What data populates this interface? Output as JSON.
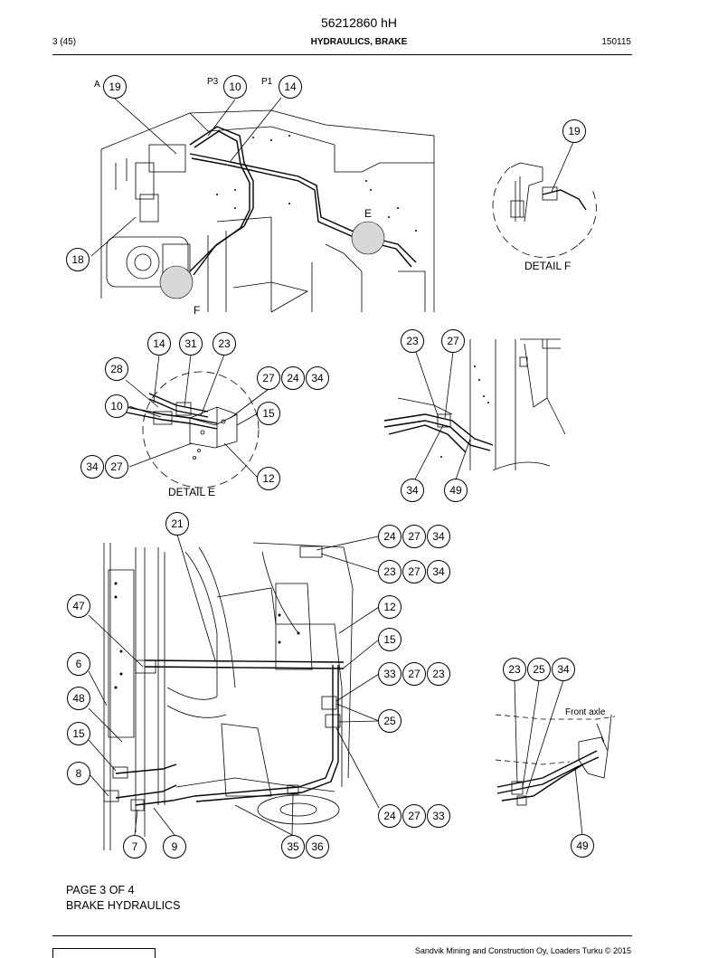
{
  "header": {
    "doc_number": "56212860 hH",
    "page_ref": "3 (45)",
    "section": "HYDRAULICS, BRAKE",
    "date_code": "150115"
  },
  "drawing": {
    "top": {
      "port_labels": [
        "A",
        "P3",
        "P1",
        "E",
        "F"
      ],
      "callouts": [
        "19",
        "10",
        "14",
        "18"
      ]
    },
    "detail_f": {
      "title": "DETAIL F",
      "callouts": [
        "19"
      ]
    },
    "detail_e": {
      "title": "DETAIL E",
      "callouts": [
        "14",
        "31",
        "23",
        "28",
        "27",
        "24",
        "34",
        "10",
        "15",
        "34",
        "27",
        "12"
      ]
    },
    "side_view": {
      "callouts": [
        "23",
        "27",
        "34",
        "49"
      ]
    },
    "bottom": {
      "callouts": [
        "21",
        "24",
        "27",
        "34",
        "23",
        "27",
        "34",
        "47",
        "12",
        "15",
        "6",
        "33",
        "27",
        "23",
        "48",
        "25",
        "15",
        "8",
        "24",
        "27",
        "33",
        "7",
        "9",
        "35",
        "36"
      ]
    },
    "front_axle": {
      "label": "Front axle",
      "callouts": [
        "23",
        "25",
        "34",
        "49"
      ]
    }
  },
  "footer": {
    "page_of": "PAGE 3 OF 4",
    "title": "BRAKE HYDRAULICS",
    "copyright": "Sandvik Mining and Construction Oy, Loaders Turku © 2015"
  }
}
